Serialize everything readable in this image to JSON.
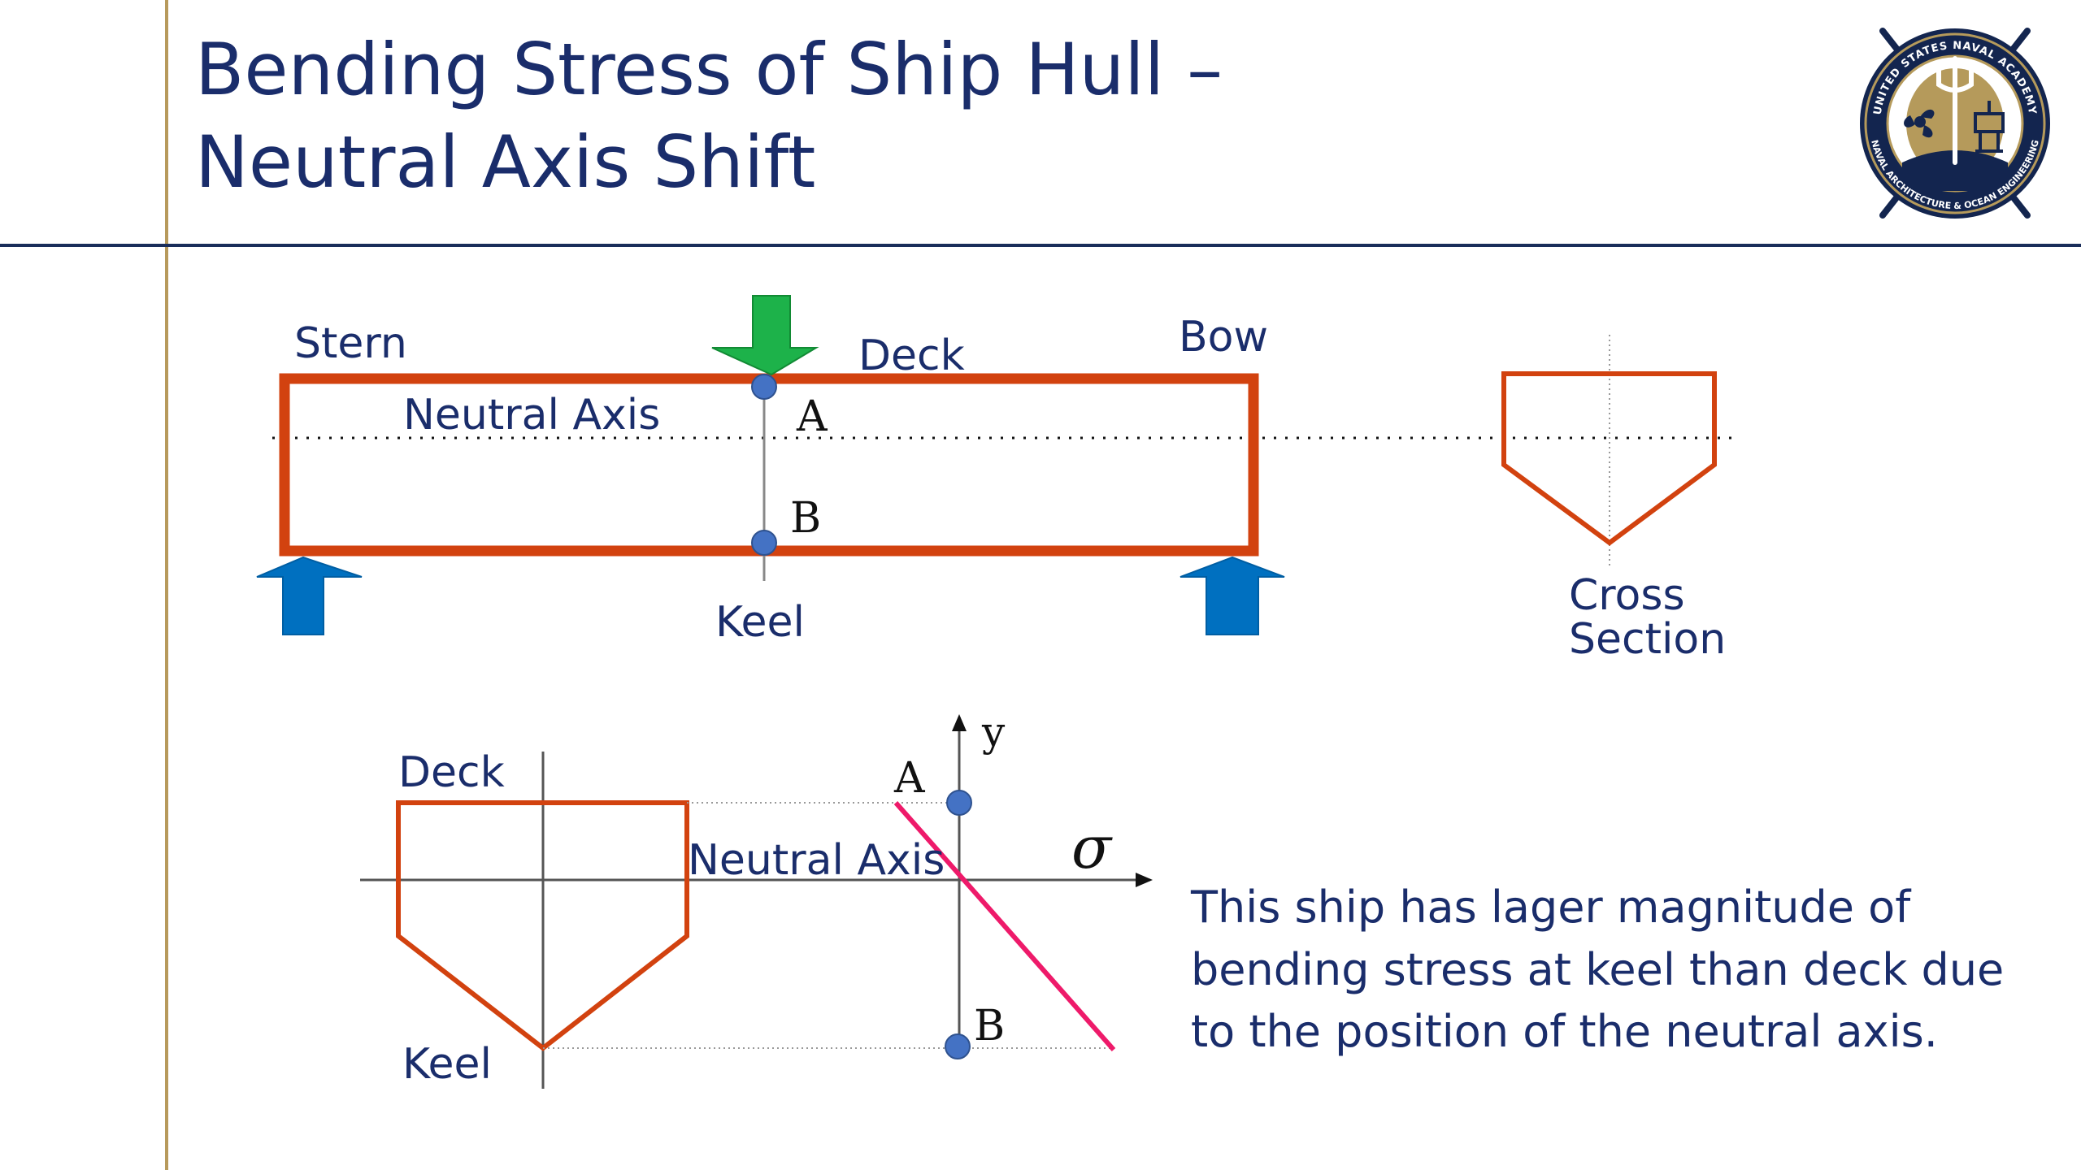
{
  "slide": {
    "title_line1": "Bending Stress of Ship Hull –",
    "title_line2": "Neutral Axis Shift"
  },
  "logo": {
    "text_top": "UNITED STATES NAVAL ACADEMY",
    "text_bottom": "NAVAL ARCHITECTURE & OCEAN ENGINEERING",
    "colors": {
      "navy": "#13254f",
      "gold": "#b59a5b"
    }
  },
  "beam_diagram": {
    "stern_label": "Stern",
    "deck_label": "Deck",
    "bow_label": "Bow",
    "neutral_axis_label": "Neutral Axis",
    "point_a": "A",
    "point_b": "B",
    "keel_label": "Keel",
    "cross_section_label_1": "Cross",
    "cross_section_label_2": "Section"
  },
  "section_diagram": {
    "deck_label": "Deck",
    "keel_label": "Keel"
  },
  "stress_diagram": {
    "y_axis_label": "y",
    "sigma_label": "σ",
    "neutral_axis_label": "Neutral Axis",
    "point_a": "A",
    "point_b": "B"
  },
  "explanation": {
    "line1": "This ship has lager magnitude of",
    "line2": "bending stress at keel than deck due",
    "line3": "to the position of the neutral axis."
  },
  "colors": {
    "title": "#1a2d6b",
    "hull_outline": "#d2420f",
    "load_arrow": "#1db24a",
    "support_arrow": "#0070c0",
    "point_marker": "#4472c4",
    "stress_line": "#ee1a6a",
    "rule_line": "#1a2d5a",
    "vertical_rule": "#b79a5c"
  }
}
